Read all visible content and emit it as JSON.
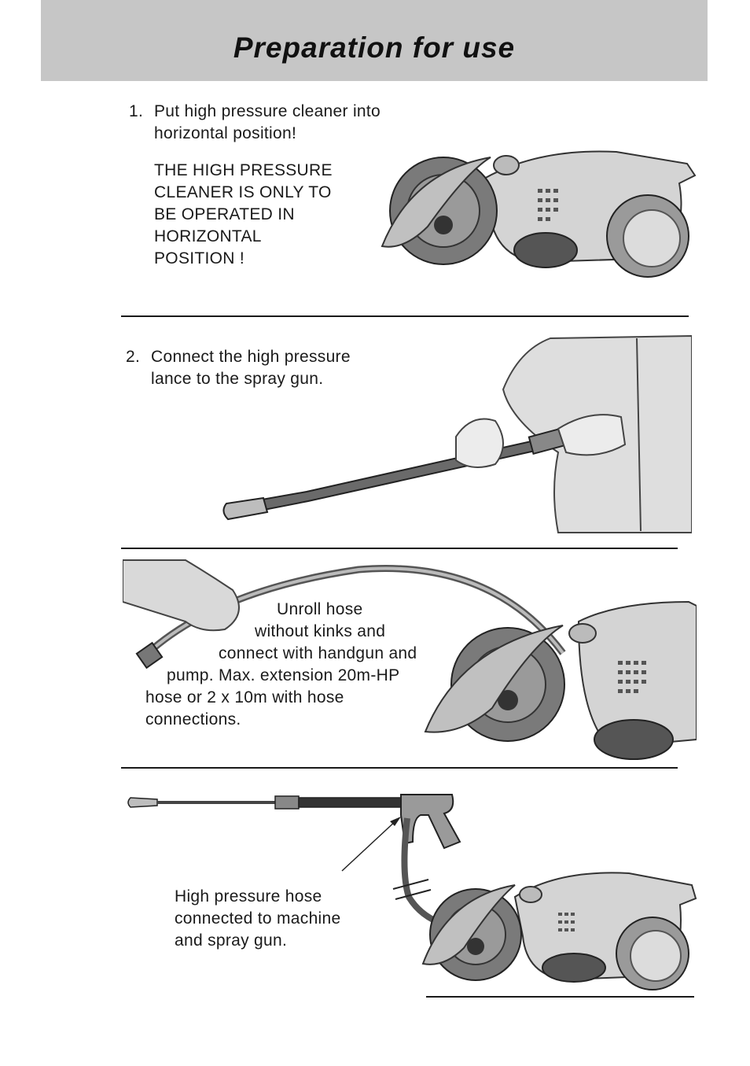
{
  "page": {
    "title": "Preparation for use"
  },
  "step1": {
    "number": "1.",
    "line1": "Put high pressure cleaner into",
    "line2": "horizontal position!",
    "warning": [
      "THE HIGH PRESSURE",
      "CLEANER IS ONLY TO",
      "BE OPERATED IN",
      "HORIZONTAL",
      "POSITION !"
    ]
  },
  "step2": {
    "number": "2.",
    "line1": "Connect the high pressure",
    "line2": "lance to the spray gun."
  },
  "step3": {
    "lines": [
      "Unroll hose",
      "without kinks and",
      "connect with handgun and",
      "pump. Max. extension 20m-HP",
      "hose or 2 x 10m with hose",
      "connections."
    ]
  },
  "step4": {
    "lines": [
      "High pressure hose",
      "connected to machine",
      "and spray gun."
    ]
  },
  "colors": {
    "header_bg": "#c6c6c6",
    "rule": "#1a1a1a",
    "illustration_gray": "#9a9a9a"
  }
}
